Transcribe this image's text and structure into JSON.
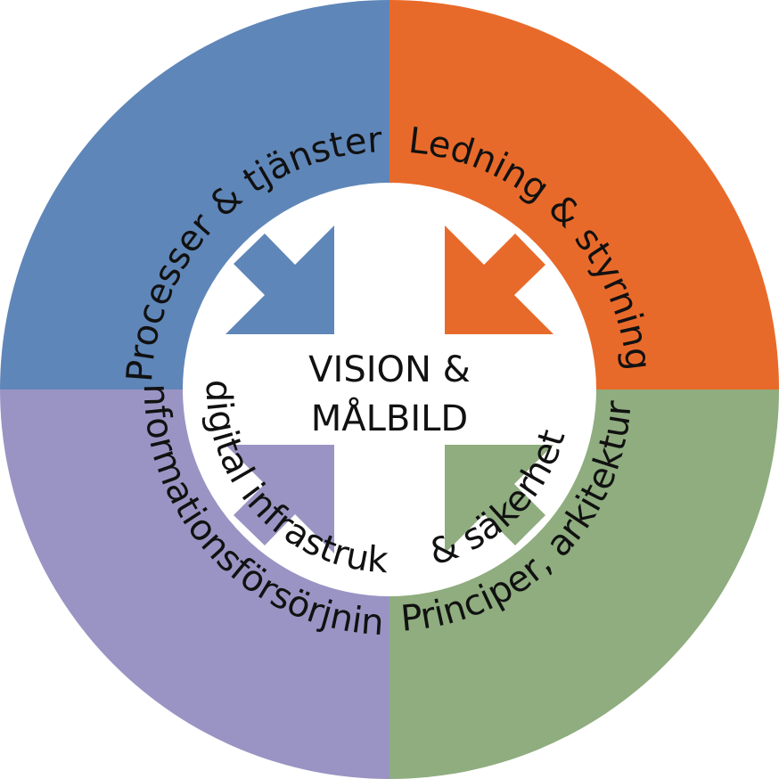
{
  "center": {
    "line1": "VISION &",
    "line2": "MÅLBILD"
  },
  "quadrants": {
    "top_left": {
      "label": "Processer & tjänster",
      "color": "#5F86B8"
    },
    "top_right": {
      "label": "Ledning & styrning",
      "color": "#E86A2A"
    },
    "bottom_right": {
      "line1": "Principer, arkitektur",
      "line2": "& säkerhet",
      "color": "#8FAD7F"
    },
    "bottom_left": {
      "line1": "Informationsförsörjning",
      "line2": "& digital infrastruktur",
      "color": "#9A94C4"
    }
  },
  "colors": {
    "background": "#ffffff",
    "center_fill": "#ffffff",
    "text": "#111111"
  }
}
